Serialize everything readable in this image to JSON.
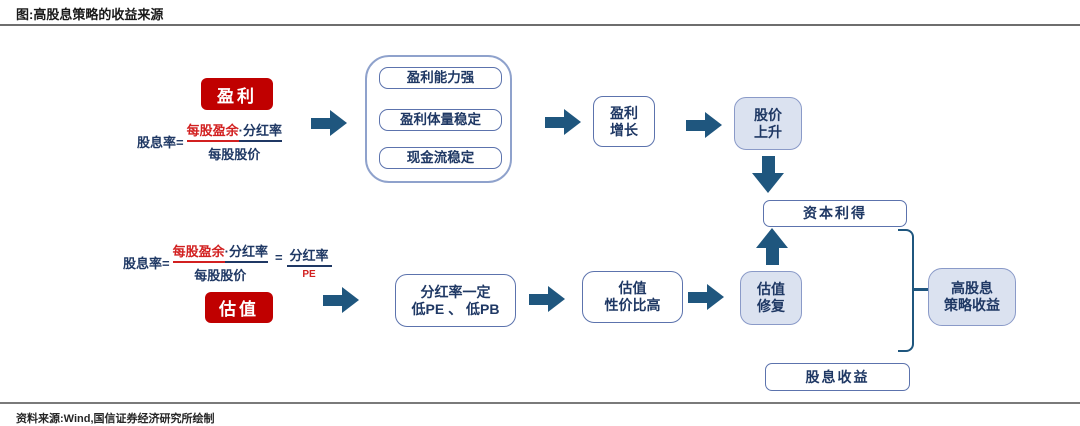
{
  "title": "图:高股息策略的收益来源",
  "source": "资料来源:Wind,国信证券经济研究所绘制",
  "colors": {
    "accent_red": "#c00000",
    "formula_red": "#d22020",
    "arrow_blue": "#1f567e",
    "text_navy": "#1f3864",
    "light_box_fill": "#dbe2f0",
    "box_border": "#5c73ad"
  },
  "icons": {
    "flow_arrow": "solid-triangle-arrow",
    "grouping_bracket": "square-brace"
  },
  "profit_flow": {
    "tag": "盈利",
    "formula": {
      "lhs": "股息率=",
      "numerator_red": "每股盈余",
      "numerator_rest": "·分红率",
      "denominator": "每股股价"
    },
    "drivers": [
      "盈利能力强",
      "盈利体量稳定",
      "现金流稳定"
    ],
    "growth": {
      "line1": "盈利",
      "line2": "增长"
    },
    "price_up": {
      "line1": "股价",
      "line2": "上升"
    }
  },
  "valuation_flow": {
    "tag": "估值",
    "formula": {
      "lhs": "股息率=",
      "numerator_red": "每股盈余",
      "numerator_rest": "·分红率",
      "denominator": "每股股价",
      "equals2": "=",
      "numerator2": "分红率",
      "denominator2": "PE"
    },
    "condition": {
      "line1": "分红率一定",
      "line2": "低PE 、 低PB"
    },
    "value_for_money": {
      "line1": "估值",
      "line2": "性价比高"
    },
    "repair": {
      "line1": "估值",
      "line2": "修复"
    }
  },
  "outcomes": {
    "capital_gain": "资本利得",
    "dividend_income": "股息收益",
    "total": {
      "line1": "高股息",
      "line2": "策略收益"
    }
  }
}
